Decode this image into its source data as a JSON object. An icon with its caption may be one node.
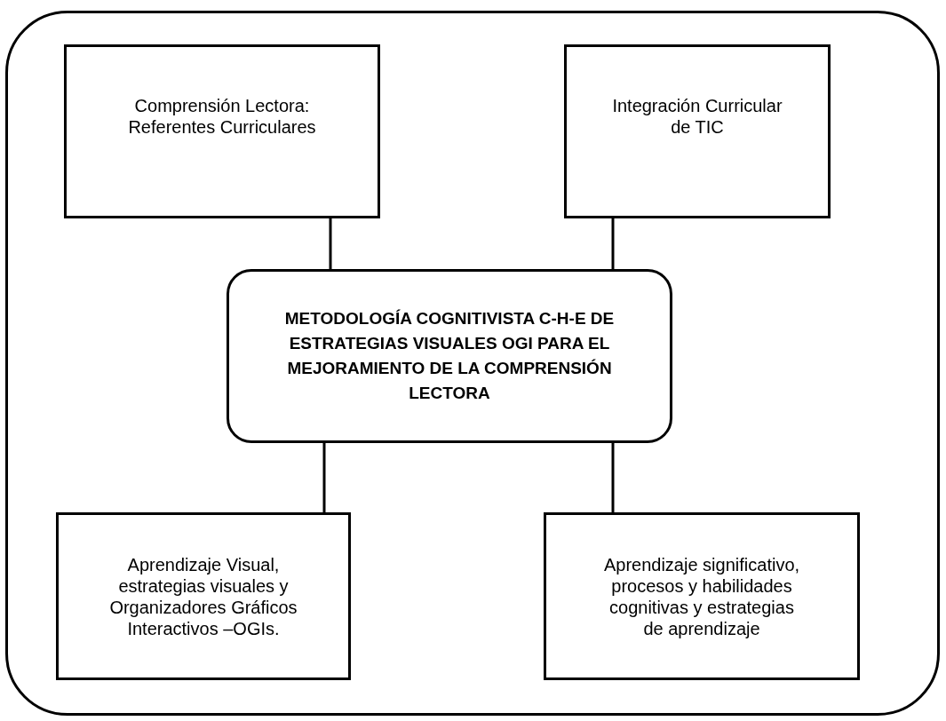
{
  "diagram": {
    "nodes": [
      {
        "text": [],
        "shape": "box"
      },
      {
        "text": [
          "Comprensión Lectora: Referentes Curriculares"
        ],
        "in": 0
      },
      {
        "text": [
          "Integración Curricular de TIC"
        ],
        "in": 0
      },
      {
        "text": [
          "METODOLOGÍA COGNITIVISTA C-H-E DE ESTRATEGIAS VISUALES OGI PARA EL  MEJORAMIENTO DE LA COMPRENSIÓN LECTORA"
        ],
        "in": 0
      },
      {
        "text": [
          "Aprendizaje Visual, estrategias visuales y Organizadores Gráficos Interactivos –OGIs."
        ],
        "in": 0
      },
      {
        "text": [
          "Aprendizaje significativo, procesos y habilidades cognitivas y estrategias de aprendizaje"
        ],
        "in": 0
      }
    ],
    "edges": [
      {
        "from": 1,
        "to": 3,
        "arrow": "none"
      },
      {
        "from": 2,
        "to": 3,
        "arrow": "none"
      },
      {
        "from": 3,
        "to": 4,
        "arrow": "none"
      },
      {
        "from": 3,
        "to": 5,
        "arrow": "none"
      }
    ]
  }
}
